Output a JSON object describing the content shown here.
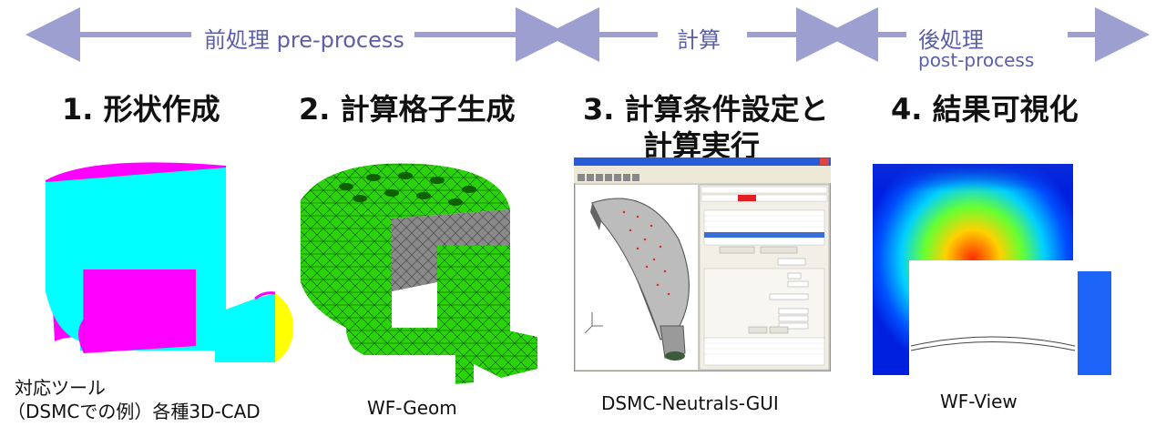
{
  "phases": {
    "pre": "前処理 pre-process",
    "calc": "計算",
    "post": "後処理",
    "post_sub": "post-process"
  },
  "steps": [
    {
      "label": "1. 形状作成"
    },
    {
      "label": "2. 計算格子生成"
    },
    {
      "label_line1": "3. 計算条件設定と",
      "label_line2": "計算実行"
    },
    {
      "label": "4. 結果可視化"
    }
  ],
  "captions": {
    "tool_line1": "対応ツール",
    "tool_line2": "（DSMCでの例）各種3D-CAD",
    "geom": "WF-Geom",
    "gui": "DSMC-Neutrals-GUI",
    "view": "WF-View"
  },
  "colors": {
    "arrow": "#9c9fcf",
    "phase_text": "#5a5fa8",
    "cad_cyan": "#00ffff",
    "cad_magenta": "#ff00ff",
    "mesh_green": "#22cc00"
  }
}
